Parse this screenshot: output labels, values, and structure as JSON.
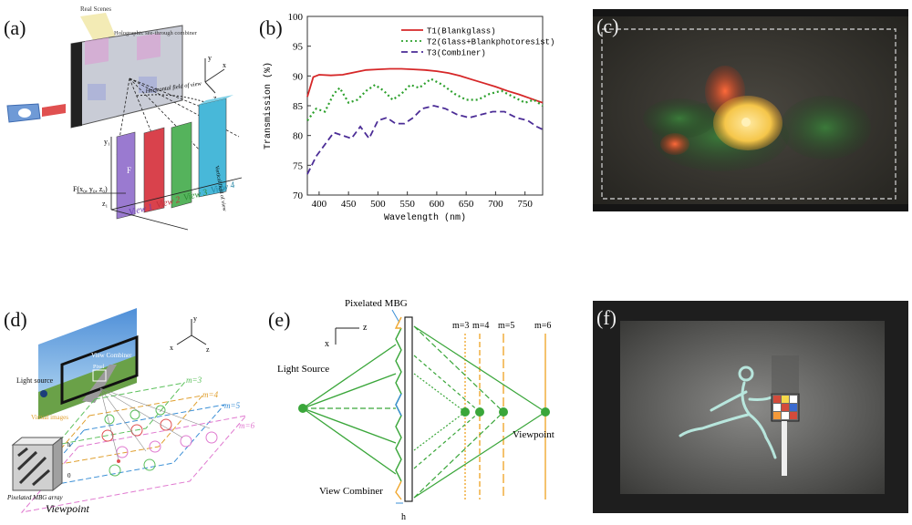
{
  "labels": {
    "a": "(a)",
    "b": "(b)",
    "c": "(c)",
    "d": "(d)",
    "e": "(e)",
    "f": "(f)"
  },
  "panel_a": {
    "real_scenes": "Real Scenes",
    "combiner": "Holographic see-through combiner",
    "hfov": "Horizontal field of view",
    "vfov": "Vertical field of view",
    "views": [
      "View 1",
      "View 2",
      "View 3",
      "View 4"
    ],
    "point": "F(x₀, y₀, z₀)",
    "axis_x": "x",
    "axis_y": "y",
    "axis_z": "z",
    "z1": "z₁",
    "y1": "y₁",
    "f_label": "F"
  },
  "chart_data": {
    "type": "line",
    "xlabel": "Wavelength (nm)",
    "ylabel": "Transmission (%)",
    "xlim": [
      380,
      780
    ],
    "ylim": [
      70,
      100
    ],
    "xticks": [
      400,
      450,
      500,
      550,
      600,
      650,
      700,
      750
    ],
    "yticks": [
      70,
      75,
      80,
      85,
      90,
      95,
      100
    ],
    "legend_position": "top-right",
    "grid": false,
    "series": [
      {
        "name": "T1(Blankglass)",
        "color": "#d62728",
        "style": "solid",
        "x": [
          380,
          390,
          400,
          420,
          440,
          460,
          480,
          500,
          520,
          540,
          560,
          580,
          600,
          620,
          640,
          660,
          680,
          700,
          720,
          740,
          760,
          780
        ],
        "y": [
          86.5,
          89.8,
          90.2,
          90.1,
          90.2,
          90.6,
          91.0,
          91.1,
          91.2,
          91.2,
          91.1,
          91.0,
          90.8,
          90.5,
          90.0,
          89.4,
          88.8,
          88.2,
          87.5,
          86.9,
          86.2,
          85.5
        ]
      },
      {
        "name": "T2(Glass+Blankphotoresist)",
        "color": "#2ca02c",
        "style": "dotted",
        "x": [
          380,
          395,
          410,
          425,
          435,
          450,
          465,
          480,
          495,
          510,
          525,
          540,
          555,
          570,
          590,
          610,
          630,
          650,
          670,
          690,
          710,
          730,
          750,
          765,
          780
        ],
        "y": [
          82.5,
          84.5,
          84.0,
          87.0,
          88.0,
          85.5,
          86.0,
          87.5,
          88.5,
          87.5,
          86.0,
          87.0,
          88.5,
          88.0,
          89.5,
          88.5,
          87.0,
          86.0,
          86.0,
          87.0,
          87.5,
          86.5,
          85.5,
          86.0,
          85.0
        ]
      },
      {
        "name": "T3(Combiner)",
        "color": "#4b2c96",
        "style": "dashed",
        "x": [
          380,
          395,
          410,
          425,
          440,
          455,
          470,
          485,
          500,
          515,
          530,
          545,
          560,
          575,
          595,
          615,
          635,
          655,
          675,
          695,
          715,
          735,
          755,
          770,
          780
        ],
        "y": [
          73.5,
          76.5,
          78.5,
          80.5,
          80.0,
          79.5,
          81.5,
          79.5,
          82.5,
          83.0,
          82.0,
          82.0,
          83.0,
          84.5,
          85.0,
          84.5,
          83.5,
          83.0,
          83.5,
          84.0,
          84.0,
          83.0,
          82.5,
          81.5,
          81.0
        ]
      }
    ]
  },
  "panel_d": {
    "light_source": "Light source",
    "view_combiner": "View Combiner",
    "pixel": "Pixel",
    "virtual_images": "Virtual images",
    "pixelated_mbg_array": "Pixelated MBG array",
    "viewpoint": "Viewpoint",
    "m_labels": [
      "m=3",
      "m=4",
      "m=5",
      "m=6"
    ],
    "h": "h",
    "zero": "0",
    "axis_x": "x",
    "axis_y": "y",
    "axis_z": "z"
  },
  "panel_e": {
    "pixelated_mbg": "Pixelated MBG",
    "light_source": "Light Source",
    "view_combiner": "View Combiner",
    "viewpoint": "Viewpoint",
    "m_labels": [
      "m=3",
      "m=4",
      "m=5",
      "m=6"
    ],
    "axis_x": "x",
    "axis_z": "z",
    "h": "h"
  },
  "colors": {
    "line_green": "#3aa63a",
    "orange": "#f0a830",
    "blue": "#3b8fd6",
    "red": "#d62728"
  }
}
